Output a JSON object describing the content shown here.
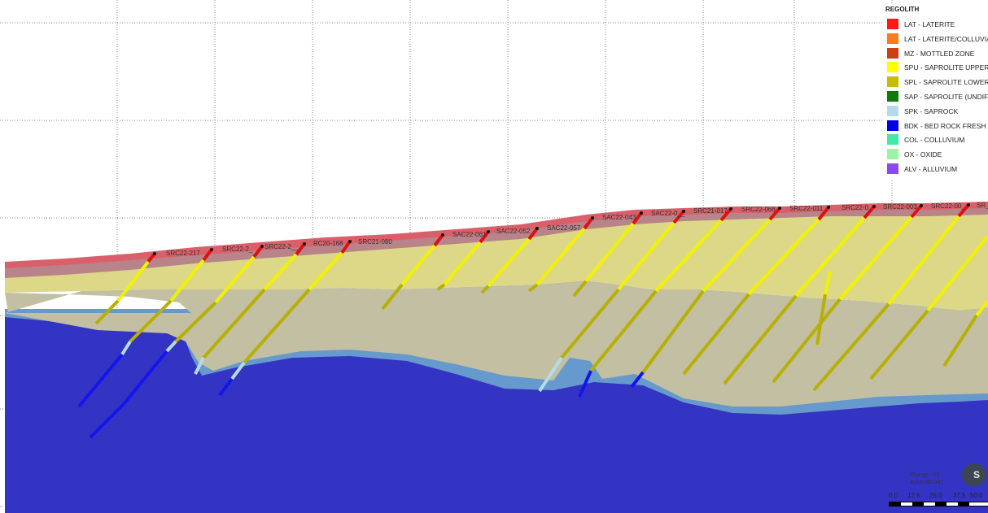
{
  "legend": {
    "title": "REGOLITH",
    "items": [
      {
        "label": "LAT - LATERITE",
        "color": "#ff1a1a"
      },
      {
        "label": "LAT - LATERITE/COLLUVIAL",
        "color": "#ff7a1a"
      },
      {
        "label": "MZ - MOTTLED ZONE",
        "color": "#c8410e"
      },
      {
        "label": "SPU - SAPROLITE UPPER",
        "color": "#ffff00"
      },
      {
        "label": "SPL - SAPROLITE LOWER",
        "color": "#c4be00"
      },
      {
        "label": "SAP - SAPROLITE (UNDIF)",
        "color": "#0d7a0d"
      },
      {
        "label": "SPK - SAPROCK",
        "color": "#b5dce6"
      },
      {
        "label": "BDK - BED ROCK FRESH",
        "color": "#0000e8"
      },
      {
        "label": "COL - COLLUVIUM",
        "color": "#44e8a8"
      },
      {
        "label": "OX - OXIDE",
        "color": "#9ef2a6"
      },
      {
        "label": "ALV - ALLUVIUM",
        "color": "#8a4af0"
      }
    ]
  },
  "drillholes": [
    {
      "id": "SRC22-217"
    },
    {
      "id": "SRC22-2_"
    },
    {
      "id": "SRC22-2__"
    },
    {
      "id": "RC20-168"
    },
    {
      "id": "SRC21-080"
    },
    {
      "id": "SAC22-061"
    },
    {
      "id": "SAC22-052"
    },
    {
      "id": "SAC22-057"
    },
    {
      "id": "SAC22-043"
    },
    {
      "id": "SAC22-0__"
    },
    {
      "id": "SRC21-017"
    },
    {
      "id": "SRC22-068"
    },
    {
      "id": "SRC22-011"
    },
    {
      "id": "SRC22-0_"
    },
    {
      "id": "SRC22-003"
    },
    {
      "id": "SRC22-00_"
    },
    {
      "id": "SR_"
    }
  ],
  "orientation": {
    "plunge": "Plunge -01",
    "azimuth": "Azimuth 041"
  },
  "scale": {
    "ticks": [
      "0.0",
      "12.5",
      "25.0",
      "37.5",
      "50.0"
    ]
  },
  "logo_text": "S"
}
